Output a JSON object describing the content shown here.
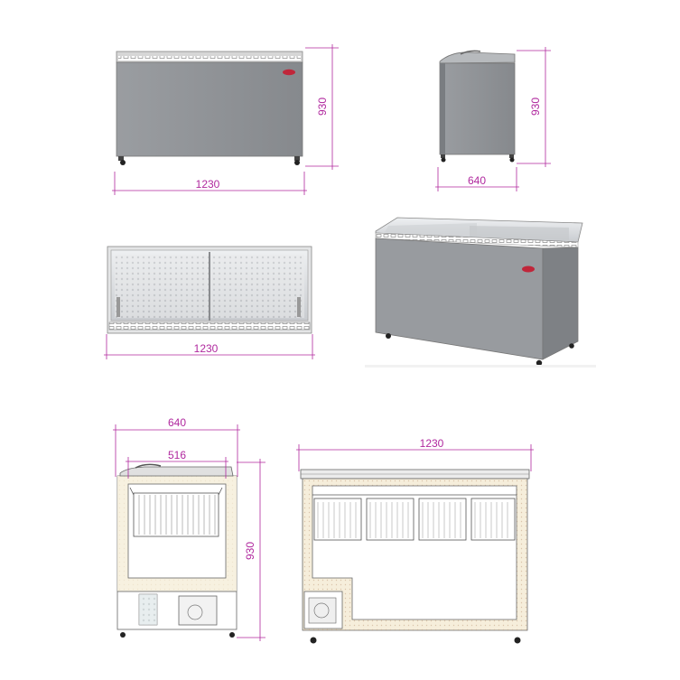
{
  "drawing": {
    "front_view": {
      "width_label": "1230",
      "height_label": "930"
    },
    "side_view": {
      "depth_label": "640",
      "height_label": "930"
    },
    "top_view": {
      "width_label": "1230"
    },
    "section_side": {
      "depth_label": "640",
      "inner_label": "516",
      "height_label": "930"
    },
    "section_front": {
      "width_label": "1230"
    }
  },
  "colors": {
    "body": "#8f9296",
    "dimension": "#b0289e",
    "insulation": "#f5eed9",
    "rail": "#d9d9d9"
  }
}
